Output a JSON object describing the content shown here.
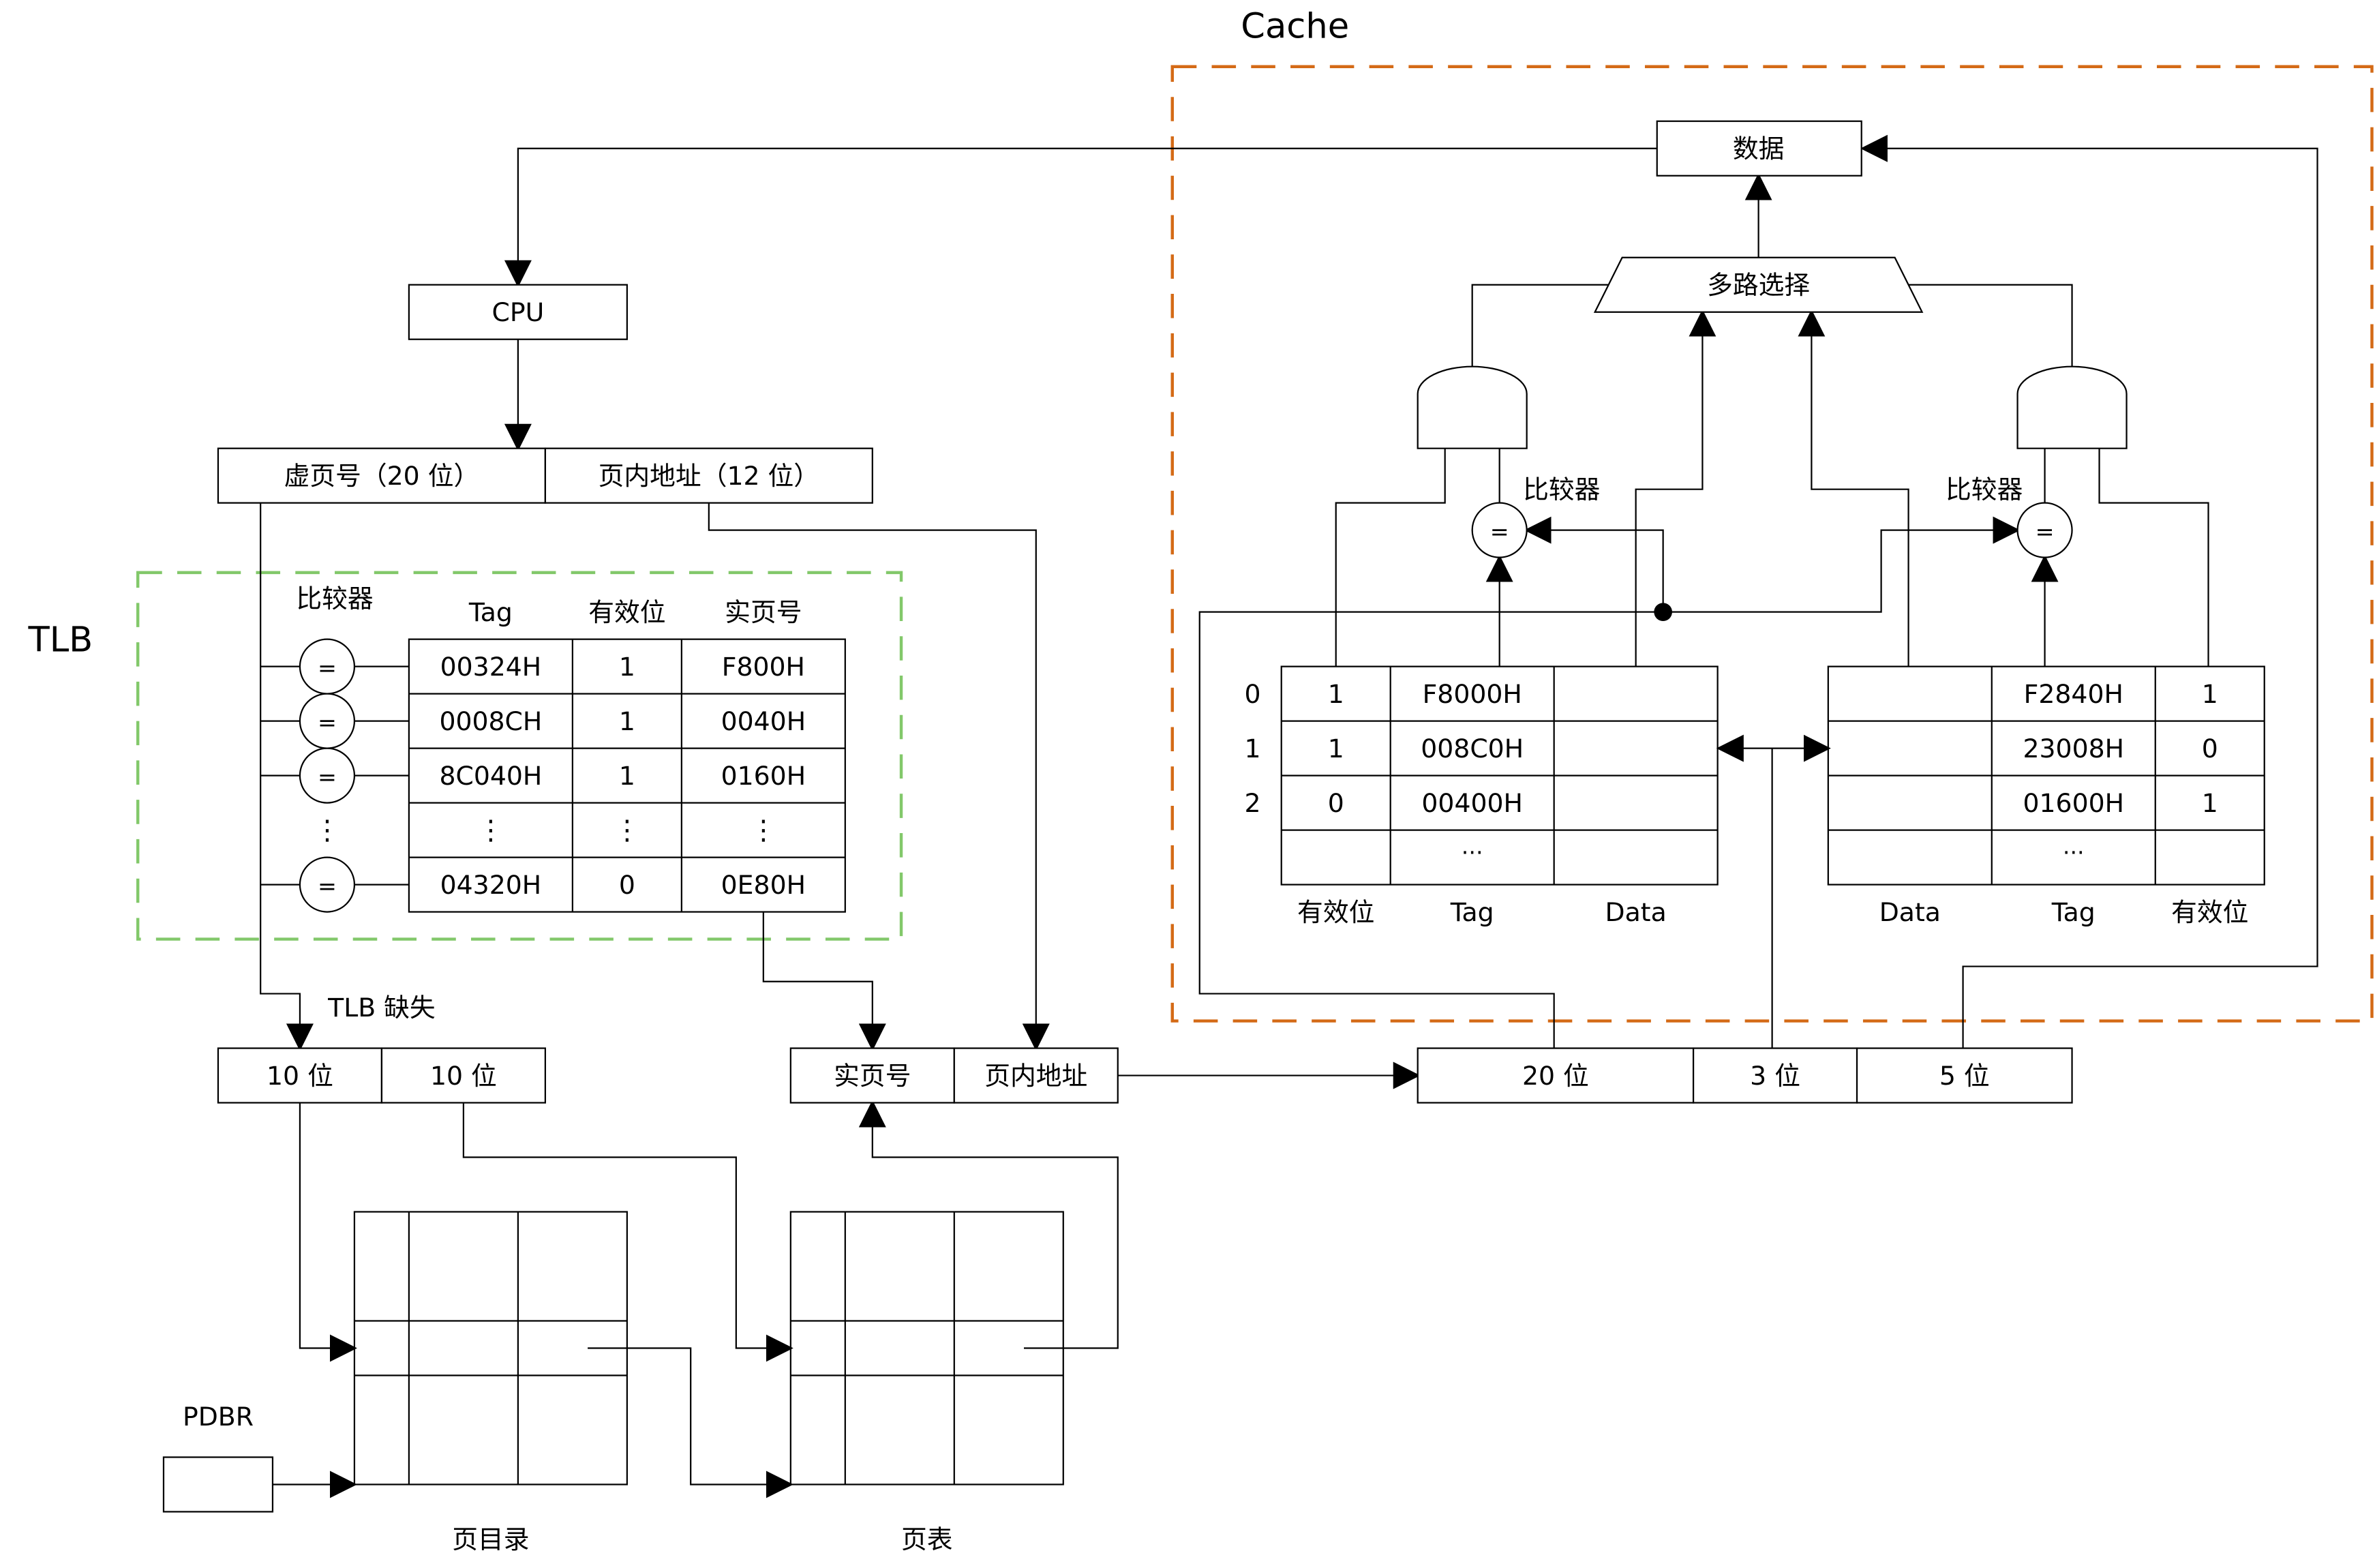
{
  "labels": {
    "cache": "Cache",
    "tlb": "TLB",
    "cpu": "CPU",
    "data_box": "数据",
    "mux": "多路选择",
    "comparator_left": "比较器",
    "comparator_right": "比较器",
    "comparator_tlb": "比较器",
    "eq": "=",
    "vpn": "虚页号（20 位）",
    "offset": "页内地址（12 位）",
    "tlb_miss": "TLB 缺失",
    "ten_bit_1": "10 位",
    "ten_bit_2": "10 位",
    "real_page": "实页号",
    "page_offset": "页内地址",
    "bits20": "20 位",
    "bits3": "3 位",
    "bits5": "5 位",
    "pdbr": "PDBR",
    "page_dir": "页目录",
    "page_table": "页表",
    "vdots": "⋮",
    "hdots": "···"
  },
  "tlb": {
    "headers": [
      "Tag",
      "有效位",
      "实页号"
    ],
    "rows": [
      [
        "00324H",
        "1",
        "F800H"
      ],
      [
        "0008CH",
        "1",
        "0040H"
      ],
      [
        "8C040H",
        "1",
        "0160H"
      ],
      [
        "⋮",
        "⋮",
        "⋮"
      ],
      [
        "04320H",
        "0",
        "0E80H"
      ]
    ]
  },
  "cache_left": {
    "index": [
      "0",
      "1",
      "2"
    ],
    "rows": [
      [
        "1",
        "F8000H",
        ""
      ],
      [
        "1",
        "008C0H",
        ""
      ],
      [
        "0",
        "00400H",
        ""
      ],
      [
        "",
        "···",
        ""
      ]
    ],
    "footer": [
      "有效位",
      "Tag",
      "Data"
    ]
  },
  "cache_right": {
    "rows": [
      [
        "",
        "F2840H",
        "1"
      ],
      [
        "",
        "23008H",
        "0"
      ],
      [
        "",
        "01600H",
        "1"
      ],
      [
        "",
        "···",
        ""
      ]
    ],
    "footer": [
      "Data",
      "Tag",
      "有效位"
    ]
  },
  "colors": {
    "cache_border": "#d46a16",
    "tlb_border": "#82c86a",
    "line": "#000000"
  }
}
